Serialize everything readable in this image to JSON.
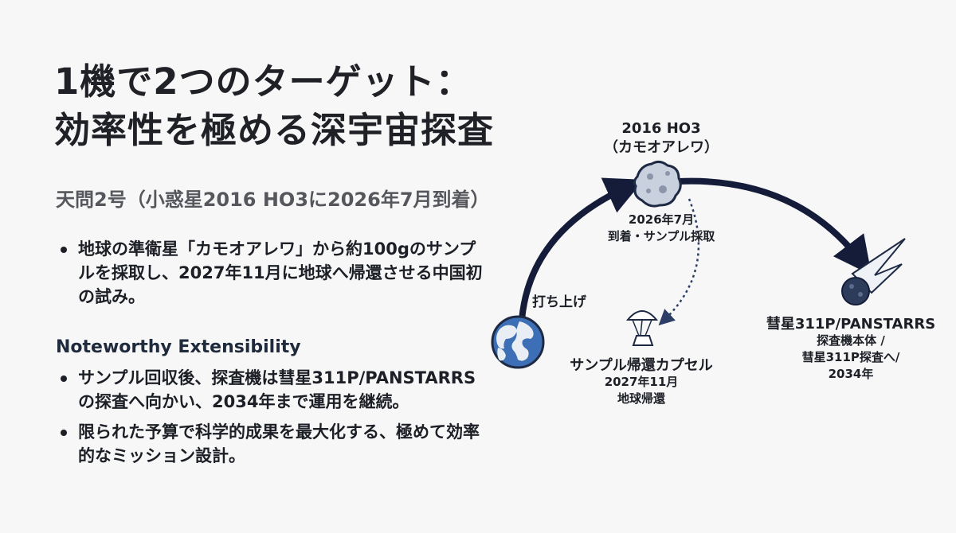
{
  "title": {
    "line1": "1機で2つのターゲット：",
    "line2": "効率性を極める深宇宙探査"
  },
  "subtitle": "天問2号（小惑星2016 HO3に2026年7月到着）",
  "bullets_main": [
    "地球の準衛星「カモオアレワ」から約100gのサンプルを採取し、2027年11月に地球へ帰還させる中国初の試み。"
  ],
  "section_heading": "Noteworthy Extensibility",
  "bullets_ext": [
    "サンプル回収後、探査機は彗星311P/PANSTARRSの探査へ向かい、2034年まで運用を継続。",
    "限られた予算で科学的成果を最大化する、極めて効率的なミッション設計。"
  ],
  "diagram": {
    "target_name": "2016 HO3",
    "target_alias": "（カモオアレワ）",
    "arrival_date": "2026年7月",
    "arrival_action": "到着・サンプル採取",
    "launch_label": "打ち上げ",
    "capsule_title": "サンプル帰還カプセル",
    "capsule_date": "2027年11月",
    "capsule_action": "地球帰還",
    "comet_name": "彗星311P/PANSTARRS",
    "comet_line2": "探査機本体 /",
    "comet_line3": "彗星311P探査へ/",
    "comet_line4": "2034年",
    "colors": {
      "arrow": "#141c3a",
      "dotted": "#2d3e66",
      "earth_ocean": "#3d6fb6",
      "earth_land": "#e9eef5"
    }
  }
}
